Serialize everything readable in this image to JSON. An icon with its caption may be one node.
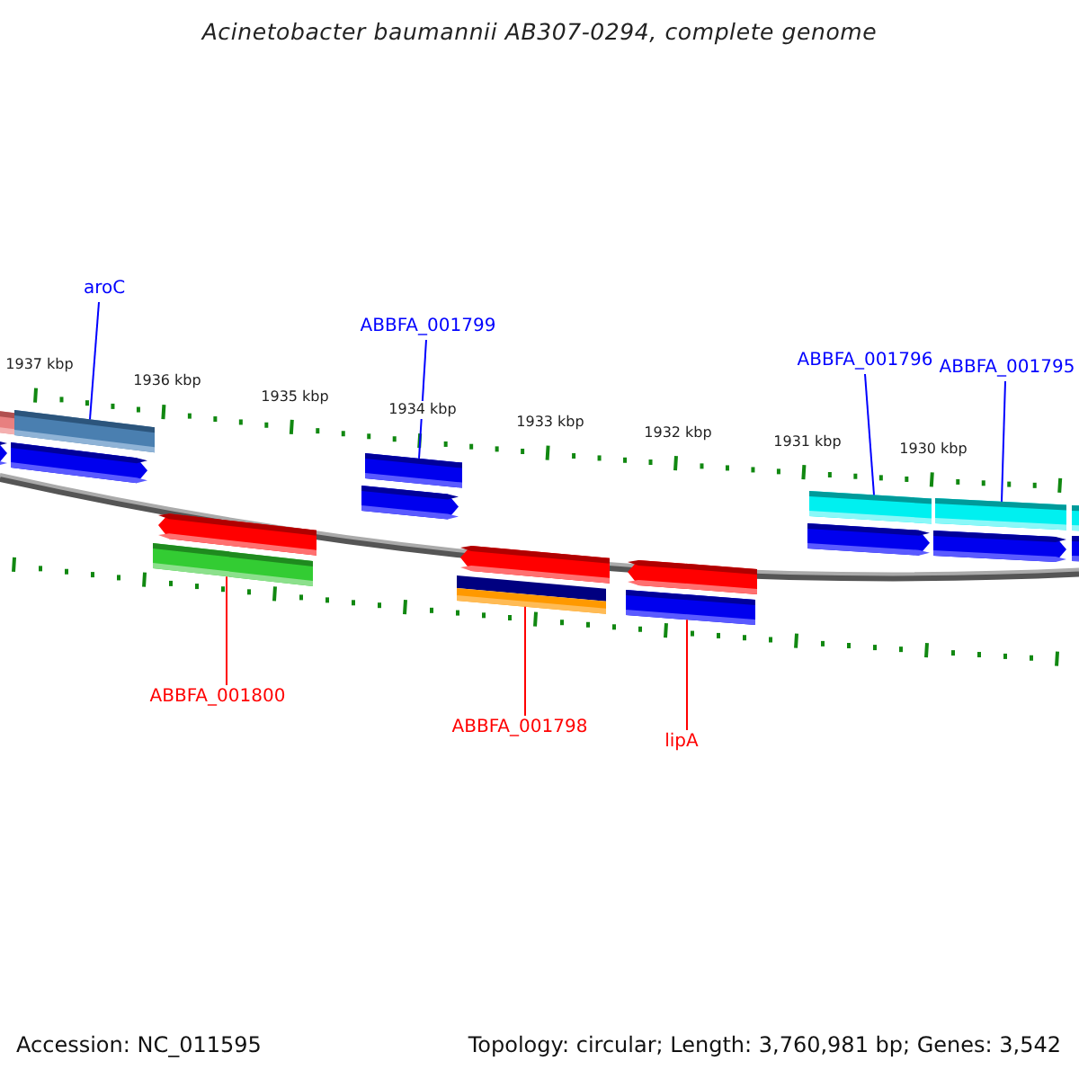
{
  "diagram": {
    "title": "Acinetobacter baumannii AB307-0294, complete genome",
    "nodes": [
      {
        "text": [
          "aroC"
        ]
      },
      {
        "text": [],
        "shape": "bar"
      },
      {
        "text": [
          "ABBFA_001799"
        ]
      },
      {
        "text": [],
        "shape": "bar"
      },
      {
        "text": [
          "ABBFA_001796"
        ]
      },
      {
        "text": [],
        "shape": "bar"
      },
      {
        "text": [
          "ABBFA_001795"
        ]
      },
      {
        "text": [],
        "shape": "bar"
      },
      {
        "text": [],
        "shape": "bar"
      },
      {
        "text": [
          "ABBFA_001800"
        ]
      },
      {
        "text": [],
        "shape": "bar"
      },
      {
        "text": [
          "ABBFA_001798"
        ]
      },
      {
        "text": [],
        "shape": "bar"
      },
      {
        "text": [
          "lipA"
        ]
      }
    ],
    "edges": [
      {
        "from": 0,
        "to": 1,
        "arrow": "none"
      },
      {
        "from": 2,
        "to": 3,
        "arrow": "none"
      },
      {
        "from": 4,
        "to": 5,
        "arrow": "none"
      },
      {
        "from": 6,
        "to": 7,
        "arrow": "none"
      },
      {
        "from": 9,
        "to": 8,
        "arrow": "none",
        "color": "#ff0000"
      },
      {
        "from": 11,
        "to": 10,
        "arrow": "none",
        "color": "#ff0000"
      },
      {
        "from": 13,
        "to": 12,
        "arrow": "none",
        "color": "#ff0000"
      }
    ],
    "labels": [
      "1937 kbp",
      "1936 kbp",
      "1935 kbp",
      "1934 kbp",
      "1933 kbp",
      "1932 kbp",
      "1931 kbp",
      "1930 kbp",
      "Accession: NC_011595",
      "Topology: circular; Length: 3,760,981 bp; Genes: 3,542"
    ]
  }
}
